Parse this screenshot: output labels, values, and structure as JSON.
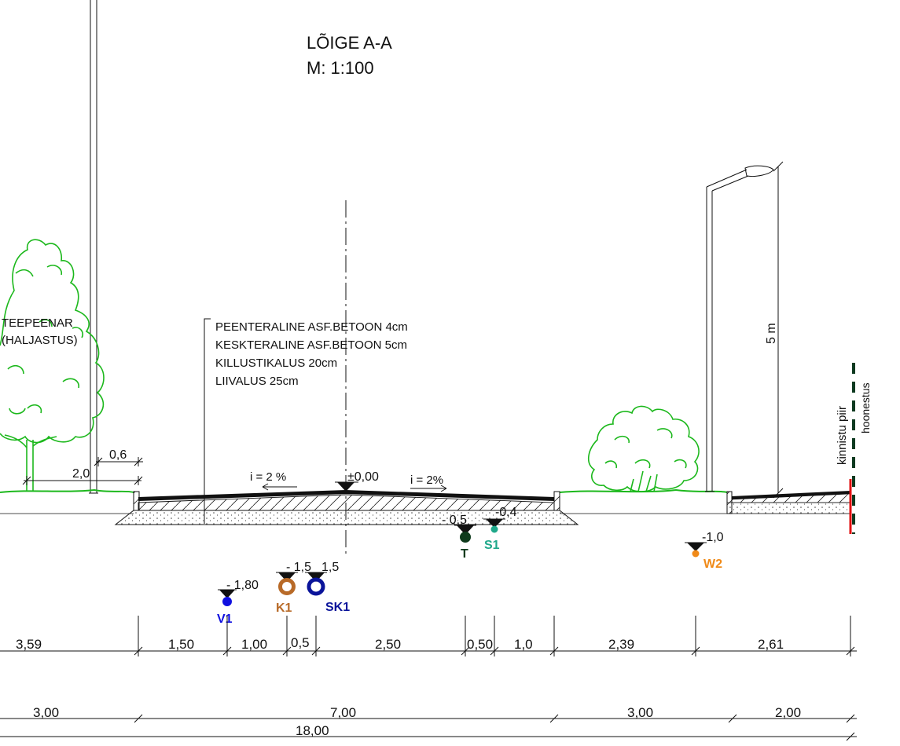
{
  "title": "LÕIGE A-A",
  "scale": "M: 1:100",
  "layers": [
    "PEENTERALINE ASF.BETOON  4cm",
    "KESKTERALINE ASF.BETOON  5cm",
    "KILLUSTIKALUS  20cm",
    "LIIVALUS  25cm"
  ],
  "verge_label": [
    "TEEPEENAR",
    "(HALJASTUS)"
  ],
  "slope_left": "i = 2 %",
  "slope_right": "i = 2%",
  "zero_level": "±0,00",
  "lamp_height": "5 m",
  "property_line": "kinnistu piir",
  "building_line": "hoonestus",
  "dim_small": {
    "verge_width": "2,0",
    "offset": "0,6"
  },
  "utilities": [
    {
      "code": "V1",
      "depth": "- 1,80",
      "color": "#1010e0"
    },
    {
      "code": "K1",
      "depth": "- 1,5",
      "color": "#b86a28"
    },
    {
      "code": "SK1",
      "depth": "1,5",
      "color": "#0a149a"
    },
    {
      "code": "T",
      "depth": "- 0,5",
      "color": "#0e3a1c"
    },
    {
      "code": "S1",
      "depth": "-0,4",
      "color": "#1fa88a"
    },
    {
      "code": "W2",
      "depth": "-1,0",
      "color": "#f08a18"
    }
  ],
  "dims_row1": [
    "3,59",
    "1,50",
    "1,00",
    "0,5",
    "2,50",
    "0,50",
    "1,0",
    "2,39",
    "2,61"
  ],
  "dims_row2": [
    "3,00",
    "7,00",
    "3,00",
    "2,00"
  ],
  "dims_total": "18,00",
  "colors": {
    "vegetation": "#1cb81c",
    "property_line": "#e01010",
    "building_line": "#0d3a20",
    "ink": "#111111"
  }
}
